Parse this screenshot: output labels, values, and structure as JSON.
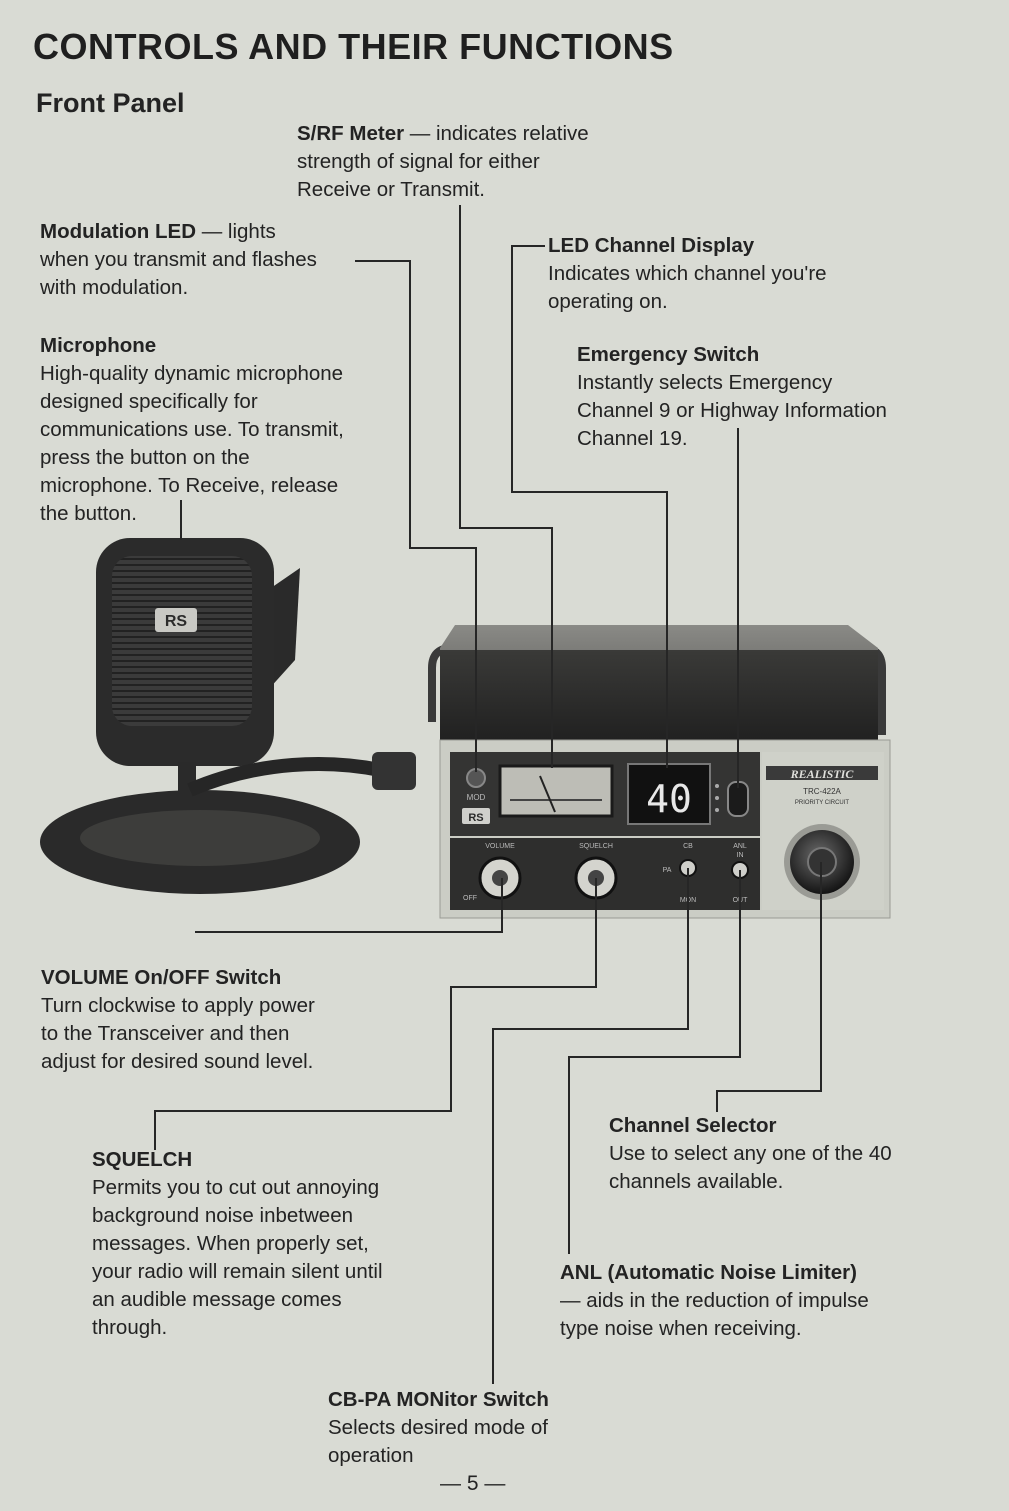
{
  "page": {
    "title": "CONTROLS AND THEIR FUNCTIONS",
    "subtitle": "Front Panel",
    "page_number": "— 5 —"
  },
  "callouts": {
    "srf_meter": {
      "heading": "S/RF Meter",
      "text": " — indicates relative\nstrength of signal for either\nReceive or Transmit."
    },
    "modulation_led": {
      "heading": "Modulation LED",
      "text": " — lights\nwhen you transmit and flashes\nwith modulation."
    },
    "led_channel_display": {
      "heading": "LED Channel Display",
      "text": "Indicates which channel you're\noperating on."
    },
    "microphone": {
      "heading": "Microphone",
      "text": "High-quality dynamic microphone\ndesigned specifically for\ncommunications use. To transmit,\npress the button on the\nmicrophone. To Receive, release\nthe button."
    },
    "emergency_switch": {
      "heading": "Emergency Switch",
      "text": "Instantly selects Emergency\nChannel 9 or Highway Information\nChannel 19."
    },
    "volume_switch": {
      "heading": "VOLUME On/OFF Switch",
      "text": "Turn clockwise to apply power\nto the Transceiver and then\nadjust for desired sound level."
    },
    "squelch": {
      "heading": "SQUELCH",
      "text": "Permits you to cut out annoying\nbackground noise inbetween\nmessages. When properly set,\nyour radio will remain silent until\nan audible message comes\nthrough."
    },
    "channel_selector": {
      "heading": "Channel Selector",
      "text": "Use to select any one of the 40\nchannels available."
    },
    "anl": {
      "heading": "ANL (Automatic Noise Limiter)",
      "text": "— aids in the reduction of impulse\ntype noise when receiving."
    },
    "cbpa_monitor": {
      "heading": "CB-PA MONitor Switch",
      "text": "Selects desired mode of\noperation"
    }
  },
  "radio": {
    "brand": "REALISTIC",
    "model": "TRC-422A",
    "model_sub": "PRIORITY CIRCUIT",
    "channel_readout": "40",
    "logo": "RS",
    "mic_logo": "RS",
    "labels": {
      "mod": "MOD",
      "volume": "VOLUME",
      "squelch": "SQUELCH",
      "off": "OFF",
      "cb": "CB",
      "pa": "PA",
      "mon": "MON",
      "anl": "ANL",
      "in": "IN",
      "out": "OUT"
    }
  },
  "colors": {
    "paper": "#d9dbd4",
    "ink": "#232323",
    "radio_body": "#2a2a2a",
    "faceplate": "#c8cac2",
    "led_digits": "#e8e8e8"
  }
}
